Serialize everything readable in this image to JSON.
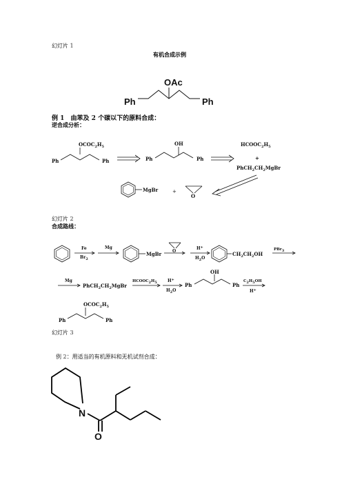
{
  "slides": {
    "s1": "幻灯片 1",
    "s2": "幻灯片 2",
    "s3": "幻灯片 3"
  },
  "section1": {
    "title": "有机合成示例",
    "target_label_oac": "OAc",
    "target_label_ph_left": "Ph",
    "target_label_ph_right": "Ph",
    "example_label": "例 1",
    "example_text": "由苯及 2 个碳以下的原料合成：",
    "retro_title": "逆合成分析：",
    "retro": {
      "ester": "OCOC2H5",
      "ph": "Ph",
      "oh": "OH",
      "formate": "HCOOC2H5",
      "plus": "+",
      "grignard": "PhCH2CH2MgBr",
      "phmgbr": "MgBr",
      "epoxide_o": "O"
    }
  },
  "section2": {
    "title": "合成路线：",
    "row1": {
      "fe": "Fe",
      "br2": "Br2",
      "mg": "Mg",
      "mgbr": "MgBr",
      "o": "O",
      "h_plus": "H+",
      "h2o": "H2O",
      "ch2ch2oh": "CH2CH2OH",
      "pbr3": "PBr3"
    },
    "row2": {
      "mg": "Mg",
      "grignard": "PhCH2CH2MgBr",
      "formate": "HCOOC2H5",
      "h_plus": "H+",
      "h2o": "H2O",
      "oh": "OH",
      "ph": "Ph",
      "etoh": "C2H5OH",
      "h_plus2": "H+"
    },
    "product": {
      "ester": "OCOC2H5",
      "ph": "Ph"
    }
  },
  "section3": {
    "text": "例 2：用适当的有机原料和无机试剂合成：",
    "n": "N",
    "o": "O"
  }
}
